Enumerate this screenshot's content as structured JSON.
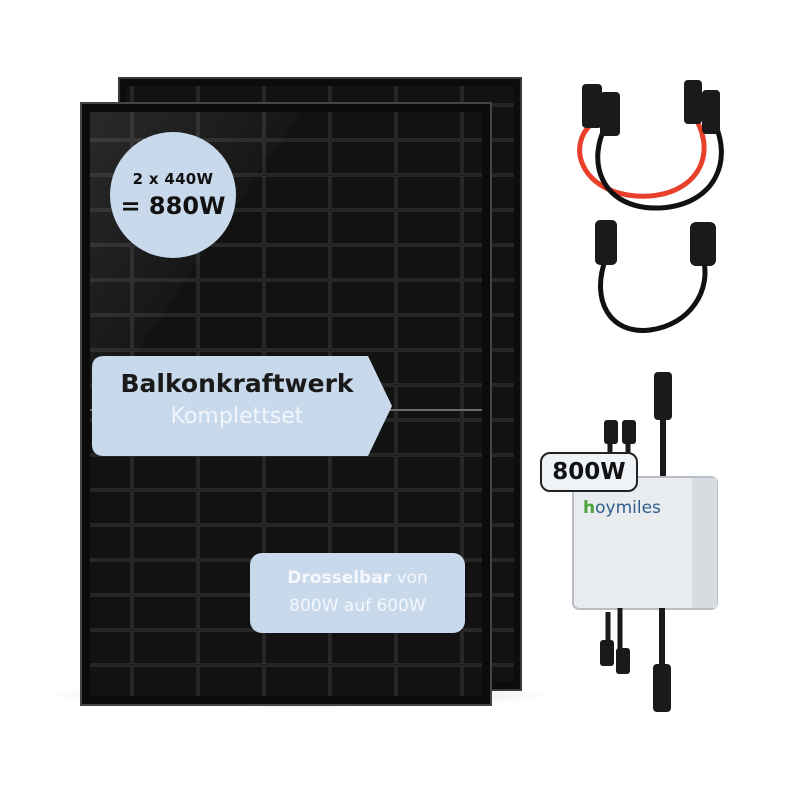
{
  "product": {
    "panel_badge": {
      "line1": "2 x 440W",
      "line2": "= 880W"
    },
    "title": {
      "line1": "Balkonkraftwerk",
      "line2": "Komplettset"
    },
    "throttle": {
      "bold": "Drosselbar",
      "rest": " von",
      "line2": "800W auf 600W"
    },
    "inverter": {
      "power_label": "800W",
      "brand_mark": "h",
      "brand_rest": "oymiles"
    }
  },
  "colors": {
    "badge_fill": "#c9d9ec",
    "panel_frame": "#0b0b0b",
    "cable_red": "#e8402a",
    "brand_blue": "#2f5d8c",
    "brand_green": "#4aa33a"
  },
  "icons": [
    "solar-panel-image",
    "dc-extension-cable-icon",
    "ac-schuko-cable-icon",
    "microinverter-icon"
  ]
}
